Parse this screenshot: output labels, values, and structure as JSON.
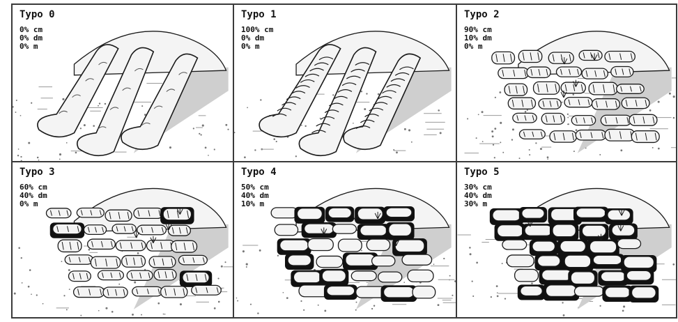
{
  "panels": [
    {
      "title": "Typo 0",
      "stats": [
        "0% cm",
        "0% dm",
        "0% m"
      ]
    },
    {
      "title": "Typo 1",
      "stats": [
        "100% cm",
        "0% dm",
        "0% m"
      ]
    },
    {
      "title": "Typo 2",
      "stats": [
        "90% cm",
        "10% dm",
        "0% m"
      ]
    },
    {
      "title": "Typo 3",
      "stats": [
        "60% cm",
        "40% dm",
        "0% m"
      ]
    },
    {
      "title": "Typo 4",
      "stats": [
        "50% cm",
        "40% dm",
        "10% m"
      ]
    },
    {
      "title": "Typo 5",
      "stats": [
        "30% cm",
        "40% dm",
        "30% m"
      ]
    }
  ],
  "colors": {
    "border": "#3a3a3a",
    "ink": "#1a1a1a",
    "shadow": "#cfcfcf",
    "rock": "#f4f4f4",
    "deep": "#111111"
  }
}
